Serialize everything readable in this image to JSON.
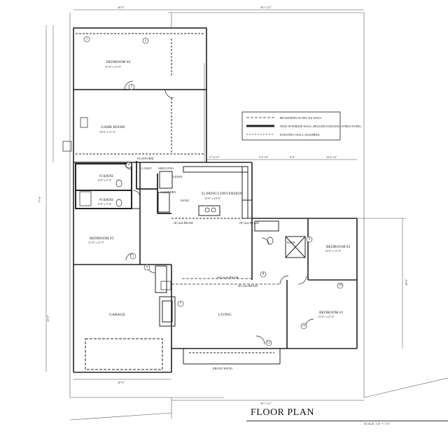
{
  "title": "FLOOR PLAN",
  "scale": "SCALE: 1/4\" = 1'-0\"",
  "legend": [
    "BEAM REPLACING EX WALL",
    "NEW INTERIOR WALL (BIGGER EXISTING STRUCTURE)",
    "EXISTING WALL (DASHED)"
  ],
  "rooms": {
    "bedroom4": {
      "name": "BEDROOM #4",
      "size": "15'-6\" x 11'-0\""
    },
    "game_room": {
      "name": "GAME ROOM",
      "size": "19'-6\" x 11'-6\""
    },
    "bath_a": {
      "name": "N BATH",
      "size": "8'-0\" x 5'-6\""
    },
    "bath_b": {
      "name": "N BATH",
      "size": "8'-0\" x 5'-6\""
    },
    "bedroom3": {
      "name": "BEDROOM #3",
      "size": "11'-0\" x 11'-0\""
    },
    "patio_conversion": {
      "name": "E) PATIO CONVERSION",
      "size": "16'-0\" x 10'-0\""
    },
    "bedroom2": {
      "name": "BEDROOM #2",
      "size": "12'-0\" x 11'-0\""
    },
    "bedroom1": {
      "name": "BEDROOM #1",
      "size": "13'-0\" x 12'-0\""
    },
    "garage": {
      "name": "GARAGE"
    },
    "living": {
      "name": "LIVING"
    }
  },
  "labels": {
    "platform": "PLATFORM",
    "closet": "CLOSET",
    "laundry": "LAUNDRY",
    "linen": "LINEN",
    "shelving": "SHELVING",
    "patio": "PATIO",
    "front_patio": "FRONT PATIO",
    "bath": "BATH",
    "new_beam_a": "(E) 4x6 BEAM",
    "new_beam_b": "(E) 4x6 BEAM",
    "beam_mid": "(N) 4x10 BEAM",
    "beam_mid2": "(E) 4x6 BEAM"
  },
  "dims": {
    "top_left": "20'-0\"",
    "top_right": "56'-1 1/2\"",
    "bottom_left": "20'-0\"",
    "bottom_right": "56'-1 1/2\"",
    "left_total": "77'-6\"",
    "right_side": "28'-6\"",
    "left_lower": "22'-0\"",
    "seg_a": "5'-6 1/2\"",
    "seg_b": "8'-6\"",
    "seg_c": "10'-6 1/2\"",
    "seg_d": "17'-4 1/2\""
  },
  "markers": [
    "1",
    "2",
    "3",
    "4",
    "5",
    "6",
    "7",
    "8",
    "9",
    "10",
    "11",
    "12"
  ]
}
